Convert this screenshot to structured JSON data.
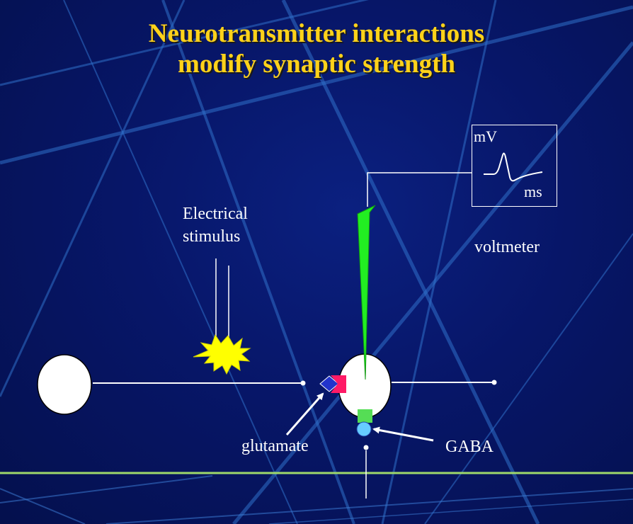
{
  "title": {
    "line1": "Neurotransmitter interactions",
    "line2": "modify synaptic strength"
  },
  "labels": {
    "stimulus_line1": "Electrical",
    "stimulus_line2": "stimulus",
    "voltmeter": "voltmeter",
    "glutamate": "glutamate",
    "gaba": "GABA"
  },
  "voltmeter_display": {
    "y_unit": "mV",
    "x_unit": "ms"
  },
  "colors": {
    "title": "#ffd21a",
    "electrode": "#22ee22",
    "stimulus_burst": "#ffff00",
    "glutamate_terminal": "#ff1a66",
    "glutamate_receptor": "#2233cc",
    "gaba_terminal": "#55dd55",
    "gaba_receptor": "#66ccff"
  }
}
